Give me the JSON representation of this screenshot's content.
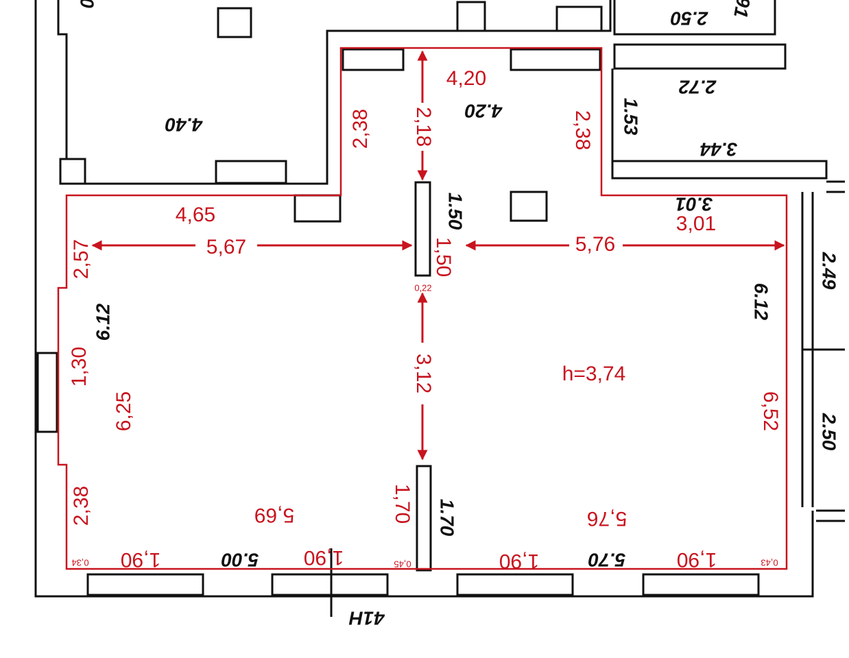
{
  "colors": {
    "measurement": "#c8141e",
    "walls": "#111111"
  },
  "plan_labels": [
    "2.50",
    "2.72",
    "1.53",
    "3.44",
    "4.40",
    "4.20",
    "3.01",
    "1.50",
    "2.49",
    "2.50",
    "6.12",
    "6.12",
    "1.70",
    "5.00",
    "5.70",
    "41H",
    "91",
    "0"
  ],
  "measurements": {
    "top_width": "4,20",
    "top_depth": "2,18",
    "notch_left": "2,38",
    "notch_right": "2,38",
    "left_top": "4,65",
    "left_span": "5,67",
    "right_span": "5,76",
    "right_top": "3,01",
    "column_width": "1,50",
    "left_upper": "2,57",
    "column_depth": "0,22",
    "center_span": "3,12",
    "height": "h=3,74",
    "right_wall": "6,52",
    "left_window": "1,30",
    "left_wall": "6,25",
    "left_lower": "2,38",
    "pillar": "1,70",
    "bottom_left": "5,69",
    "bottom_right": "5,76",
    "windows": [
      "1,90",
      "1,90",
      "1,90",
      "1,90"
    ],
    "corner_left": "0,34",
    "corner_mid": "0,45",
    "corner_right": "0,43"
  }
}
